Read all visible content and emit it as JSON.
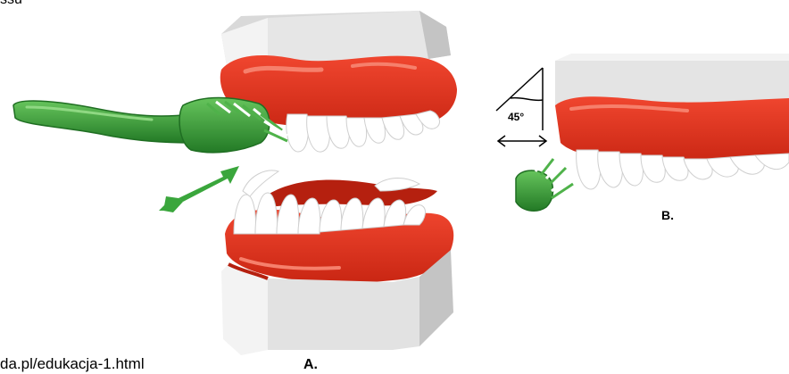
{
  "texts": {
    "top_fragment": "ssu",
    "url_fragment": "da.pl/edukacja-1.html",
    "label_a": "A.",
    "label_b": "B.",
    "angle": "45°"
  },
  "colors": {
    "gum": "#e0321f",
    "gum_dark": "#b5200f",
    "gum_highlight": "#f26a55",
    "tooth": "#ffffff",
    "tooth_shadow": "#d9d9d9",
    "base_light": "#f0f0f0",
    "base_mid": "#d6d6d6",
    "base_dark": "#b8b8b8",
    "brush": "#2f9a32",
    "brush_dark": "#1f6e22",
    "brush_light": "#64c25a",
    "arrow": "#3aa63c"
  },
  "icons": {
    "toothbrush_a": "toothbrush-icon",
    "toothbrush_b": "toothbrush-icon",
    "motion_arrow": "double-arrow-icon",
    "angle": "angle-icon"
  }
}
